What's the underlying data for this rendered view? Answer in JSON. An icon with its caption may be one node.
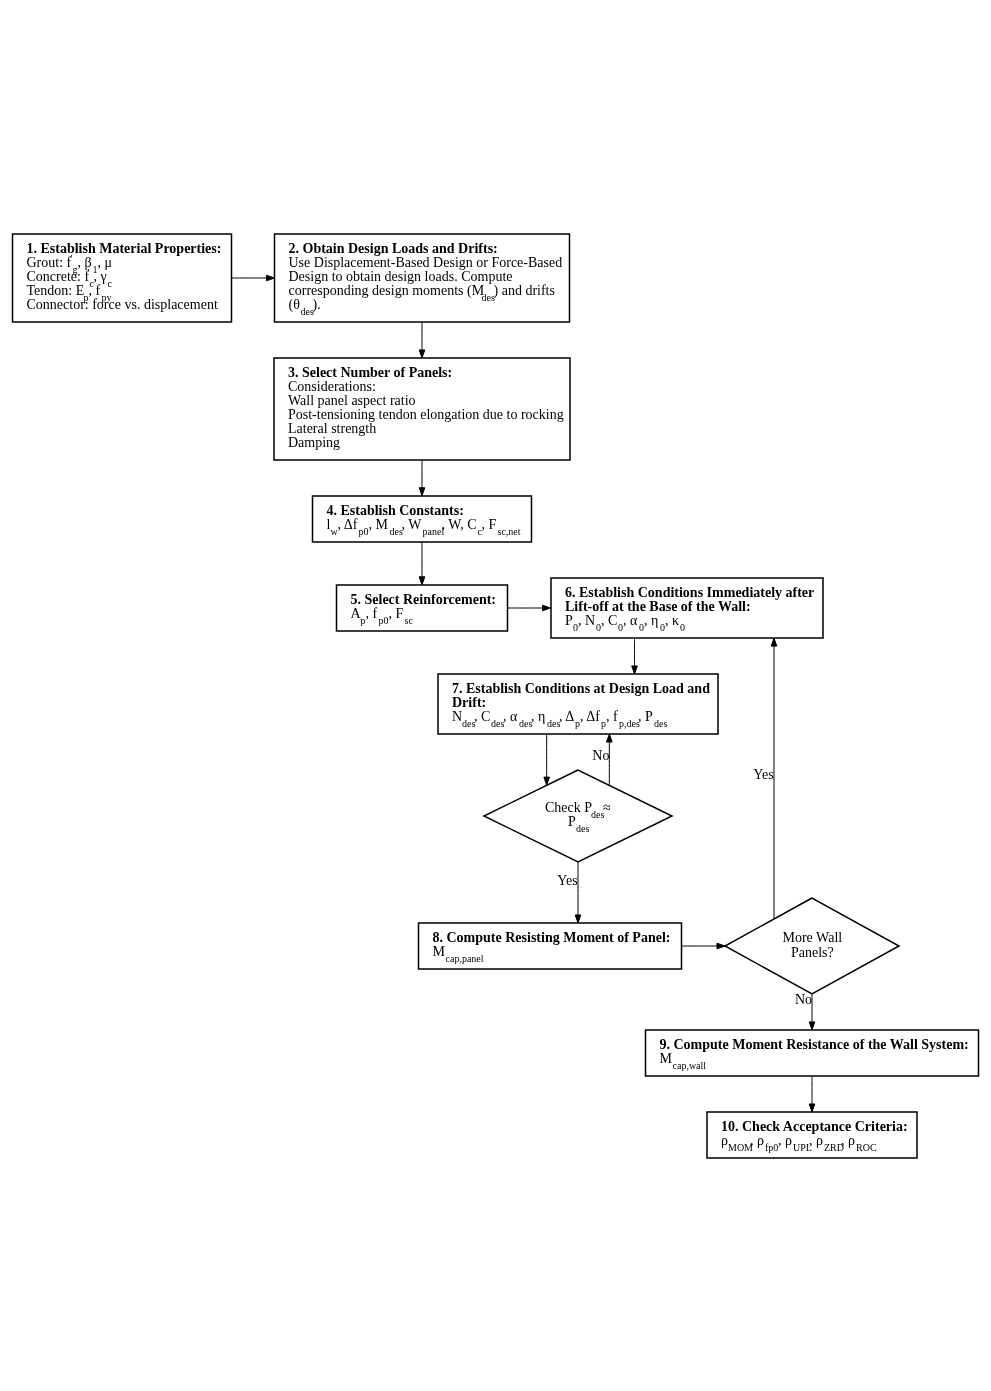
{
  "diagram": {
    "nodes": [
      {
        "text": [
          "1. Establish Material Properties:",
          "Grout: f$^{'}$$_{g}$, β$_{1}$, μ",
          "Concrete: f$^{'}$$_{c}$, γ$_{c}$",
          "Tendon: E$_{p}$, f$_{py}$",
          "Connector: force vs. displacement"
        ]
      },
      {
        "text": [
          "2. Obtain Design Loads and Drifts:",
          "Use Displacement-Based Design or Force-Based Design to obtain design loads. Compute corresponding design moments (M$_{des}$) and drifts (θ$_{des}$)."
        ]
      },
      {
        "text": [
          "3. Select Number of Panels:",
          "Considerations:",
          "Wall panel aspect ratio",
          "Post-tensioning tendon elongation due to rocking",
          "Lateral strength",
          "Damping"
        ]
      },
      {
        "text": [
          "4. Establish Constants:",
          "l$_{w}$, Δf$_{p0}$, M$_{des}$, W$_{panel}$, W, C$_{c}$, F$_{sc,net}$"
        ]
      },
      {
        "text": [
          "5. Select Reinforcement:",
          "A$_{p}$, f$_{p0}$, F$_{sc}$"
        ]
      },
      {
        "text": [
          "6. Establish Conditions Immediately after Lift-off at the Base of the Wall:",
          "P$_{0}$, N$_{0}$, C$_{0}$, α$_{0}$, η$_{0}$, κ$_{0}$"
        ]
      },
      {
        "text": [
          "7. Establish Conditions at Design Load and Drift:",
          "N$_{des}$, C$_{des}$, α$_{des}$, η$_{des}$, Δ$_{p}$, Δf$_{p}$, f$_{p,des}$, P$_{des}$"
        ]
      },
      {
        "text": [
          "Check P$_{des}$≈ P$_{des}$"
        ]
      },
      {
        "text": [
          "8. Compute Resisting Moment of Panel:",
          "M$_{cap,panel}$"
        ]
      },
      {
        "text": [
          "More Wall Panels?"
        ]
      },
      {
        "text": [
          "9. Compute Moment Resistance of the Wall System:",
          "M$_{cap,wall}$"
        ]
      },
      {
        "text": [
          "10. Check Acceptance Criteria:",
          "ρ$_{MOM}$, ρ$_{fp0}$, ρ$_{UPL}$, ρ$_{ZRD}$, ρ$_{ROC}$"
        ]
      }
    ],
    "edges": [
      {
        "from": 0,
        "to": 1,
        "arrow": "to"
      },
      {
        "from": 1,
        "to": 2,
        "arrow": "to"
      },
      {
        "from": 2,
        "to": 3,
        "arrow": "to"
      },
      {
        "from": 3,
        "to": 4,
        "arrow": "to"
      },
      {
        "from": 4,
        "to": 5,
        "arrow": "to"
      },
      {
        "from": 5,
        "to": 6,
        "arrow": "to"
      },
      {
        "from": 6,
        "to": 7,
        "arrow": "to"
      },
      {
        "from": 7,
        "to": 6,
        "arrow": "to",
        "label": "No"
      },
      {
        "from": 7,
        "to": 8,
        "arrow": "to",
        "label": "Yes"
      },
      {
        "from": 8,
        "to": 9,
        "arrow": "to"
      },
      {
        "from": 9,
        "to": 5,
        "arrow": "to",
        "label": "Yes"
      },
      {
        "from": 9,
        "to": 10,
        "arrow": "to",
        "label": "No"
      },
      {
        "from": 10,
        "to": 11,
        "arrow": "to"
      }
    ]
  }
}
